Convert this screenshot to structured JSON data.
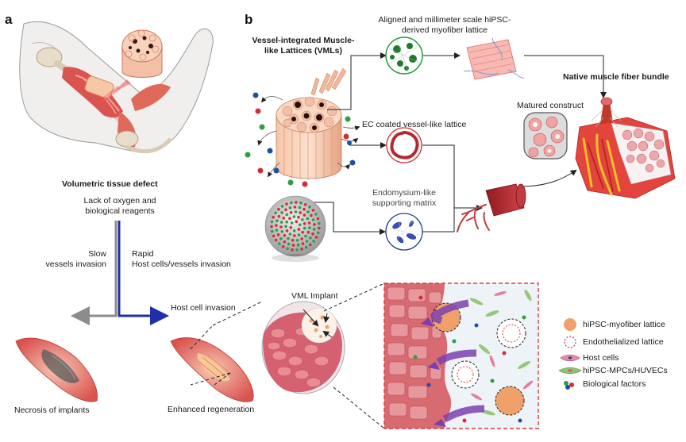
{
  "panels": {
    "a": "a",
    "b": "b"
  },
  "panel_a": {
    "defect_title": "Volumetric tissue defect",
    "lack_text": "Lack of oxygen and\nbiological reagents",
    "slow_text": "Slow\nvessels invasion",
    "rapid_text": "Rapid\nHost cells/vessels invasion",
    "necrosis_text": "Necrosis of implants",
    "host_invasion_text": "Host cell invasion",
    "enhanced_text": "Enhanced regeneration",
    "vml_implant_text": "VML Implant"
  },
  "panel_b": {
    "vml_title": "Vessel-integrated Muscle-\nlike Lattices (VMLs)",
    "aligned_text": "Aligned and millimeter scale hiPSC-\nderived myofiber lattice",
    "native_text": "Native muscle fiber bundle",
    "matured_text": "Matured construct",
    "ec_text": "EC coated vessel-like lattice",
    "endomysium_text": "Endomysium-like\nsupporting matrix"
  },
  "legend": [
    {
      "icon": "orange-circle-icon",
      "label": "hiPSC-myofiber lattice"
    },
    {
      "icon": "dashed-ring-icon",
      "label": "Endothelialized lattice"
    },
    {
      "icon": "host-cell-icon",
      "label": "Host cells"
    },
    {
      "icon": "spindle-cell-icon",
      "label": "hiPSC-MPCs/HUVECs"
    },
    {
      "icon": "factor-dots-icon",
      "label": "Biological factors"
    }
  ],
  "colors": {
    "muscle_red": "#d9534f",
    "muscle_light": "#f4b6a0",
    "myofiber_orange": "#f0a06a",
    "slow_arrow": "#8c8c8c",
    "rapid_arrow": "#1f2fa8",
    "purple_arrow": "#7b3fb0",
    "green_dot": "#2e9e44",
    "red_dot": "#d62c3a",
    "blue_dot": "#1e4fa8",
    "dashed_box": "#e03a3a"
  }
}
